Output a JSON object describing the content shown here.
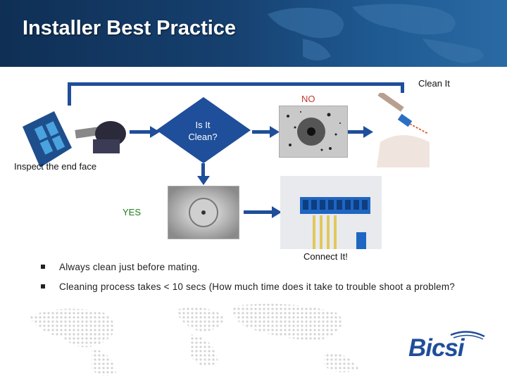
{
  "slide": {
    "title": "Installer Best Practice",
    "flow": {
      "clean_it": "Clean It",
      "no": "NO",
      "decision_line1": "Is It",
      "decision_line2": "Clean?",
      "inspect": "Inspect the end face",
      "yes": "YES",
      "connect": "Connect It!"
    },
    "bullets": [
      "Always clean just before mating.",
      "Cleaning process takes < 10 secs (How much time does it take to trouble shoot a problem?"
    ],
    "logo_text": "Bicsi"
  },
  "colors": {
    "arrow": "#1f4e9a",
    "no_label": "#c0392b",
    "yes_label": "#1e7d1e",
    "header": "#16406f"
  }
}
